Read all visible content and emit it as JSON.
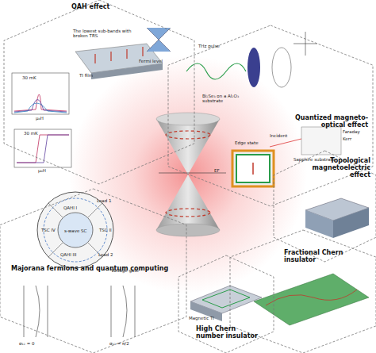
{
  "diagram": {
    "nodes": [
      {
        "text": [
          "QAH effect"
        ]
      },
      {
        "text": [
          "Quantized magneto-optical effect"
        ]
      },
      {
        "text": [
          "Topological magnetoelectric effect"
        ]
      },
      {
        "text": [
          "Fractional Chern insulator"
        ]
      },
      {
        "text": [
          "High Chern number insulator"
        ]
      },
      {
        "text": [
          "Majorana fermions and quantum computing"
        ]
      }
    ],
    "labels": [
      "30 mK",
      "30 mK",
      "μ₀H",
      "μ₀H",
      "The lowest sub-bands with broken TRS",
      "Fermi level",
      "TI film",
      "THz pulse",
      "Bi₂Se₃ on a Al₂O₃ substrate",
      "Incident",
      "Sapphire substrate",
      "Faraday",
      "Kerr",
      "Edge state",
      "EF",
      "Magnetic TI",
      "Lead 1",
      "Lead 2",
      "QAHI I",
      "TSC II",
      "QAHI III",
      "TSC IV",
      "s-wave SC",
      "Voltage gate",
      "σ₁₂ = 0",
      "σ₁₂ = π/2"
    ]
  }
}
